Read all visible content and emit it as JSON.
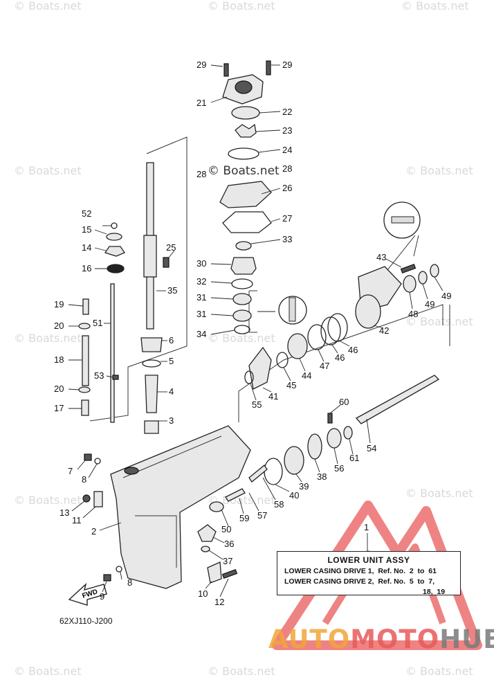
{
  "watermark_text": "© Boats.net",
  "callouts": [
    "29",
    "29",
    "21",
    "22",
    "23",
    "24",
    "28",
    "28",
    "26",
    "27",
    "33",
    "30",
    "32",
    "31",
    "31",
    "34",
    "25",
    "35",
    "52",
    "15",
    "14",
    "16",
    "19",
    "20",
    "51",
    "18",
    "53",
    "20",
    "17",
    "6",
    "5",
    "4",
    "3",
    "43",
    "48",
    "49",
    "49",
    "42",
    "46",
    "46",
    "47",
    "44",
    "45",
    "41",
    "55",
    "60",
    "54",
    "61",
    "56",
    "38",
    "39",
    "40",
    "58",
    "57",
    "59",
    "50",
    "36",
    "37",
    "7",
    "8",
    "13",
    "11",
    "2",
    "1",
    "8",
    "9",
    "10",
    "12"
  ],
  "assembly_box": {
    "title": "LOWER UNIT ASSY",
    "row1": "LOWER CASING DRIVE 1,  Ref. No.  2  to  61",
    "row2": "LOWER CASING DRIVE 2,  Ref. No.  5  to  7,",
    "row3": "18,  19"
  },
  "drawing_code": "62XJ110-J200",
  "fwd_label": "FWD",
  "brand": {
    "part1": "AUTO",
    "part2": "MOTO",
    "part3": "HUB"
  },
  "colors": {
    "brand_orange": "#f2a637",
    "brand_red": "#e95a5a",
    "brand_gray": "#7a7a7a",
    "triangle": "#e95a5a"
  }
}
